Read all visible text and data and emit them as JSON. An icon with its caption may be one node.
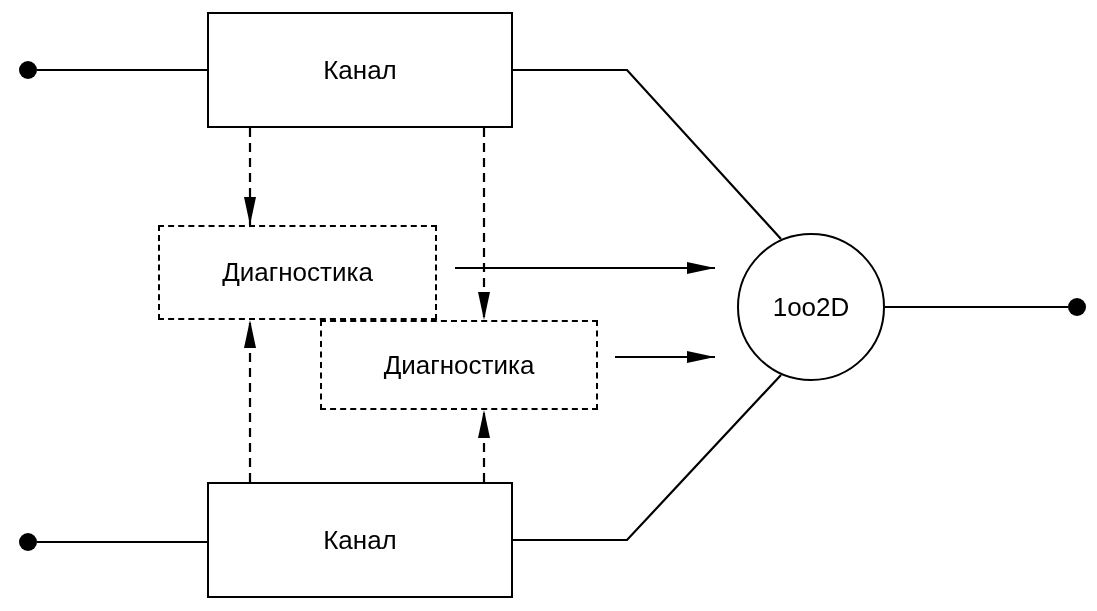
{
  "diagram": {
    "nodes": [
      {
        "text": [
          "Канал"
        ]
      },
      {
        "text": [
          "Диагностика"
        ]
      },
      {
        "text": [
          "Диагностика"
        ]
      },
      {
        "text": [
          "Канал"
        ]
      },
      {
        "text": [
          "1oo2D"
        ]
      },
      {
        "text": [],
        "shape": "circle"
      },
      {
        "text": [],
        "shape": "circle"
      },
      {
        "text": [],
        "shape": "circle"
      }
    ],
    "edges": [
      {
        "from": 5,
        "to": 0,
        "arrow": "none"
      },
      {
        "from": 6,
        "to": 3,
        "arrow": "none"
      },
      {
        "from": 0,
        "to": 4,
        "arrow": "none"
      },
      {
        "from": 3,
        "to": 4,
        "arrow": "none"
      },
      {
        "from": 4,
        "to": 7,
        "arrow": "none"
      },
      {
        "from": 0,
        "to": 1,
        "arrow": "to",
        "style": "dashed"
      },
      {
        "from": 0,
        "to": 2,
        "arrow": "to",
        "style": "dashed"
      },
      {
        "from": 3,
        "to": 1,
        "arrow": "to",
        "style": "dashed"
      },
      {
        "from": 3,
        "to": 2,
        "arrow": "to",
        "style": "dashed"
      },
      {
        "from": 1,
        "to": 4,
        "arrow": "to"
      },
      {
        "from": 2,
        "to": 4,
        "arrow": "to"
      }
    ]
  }
}
